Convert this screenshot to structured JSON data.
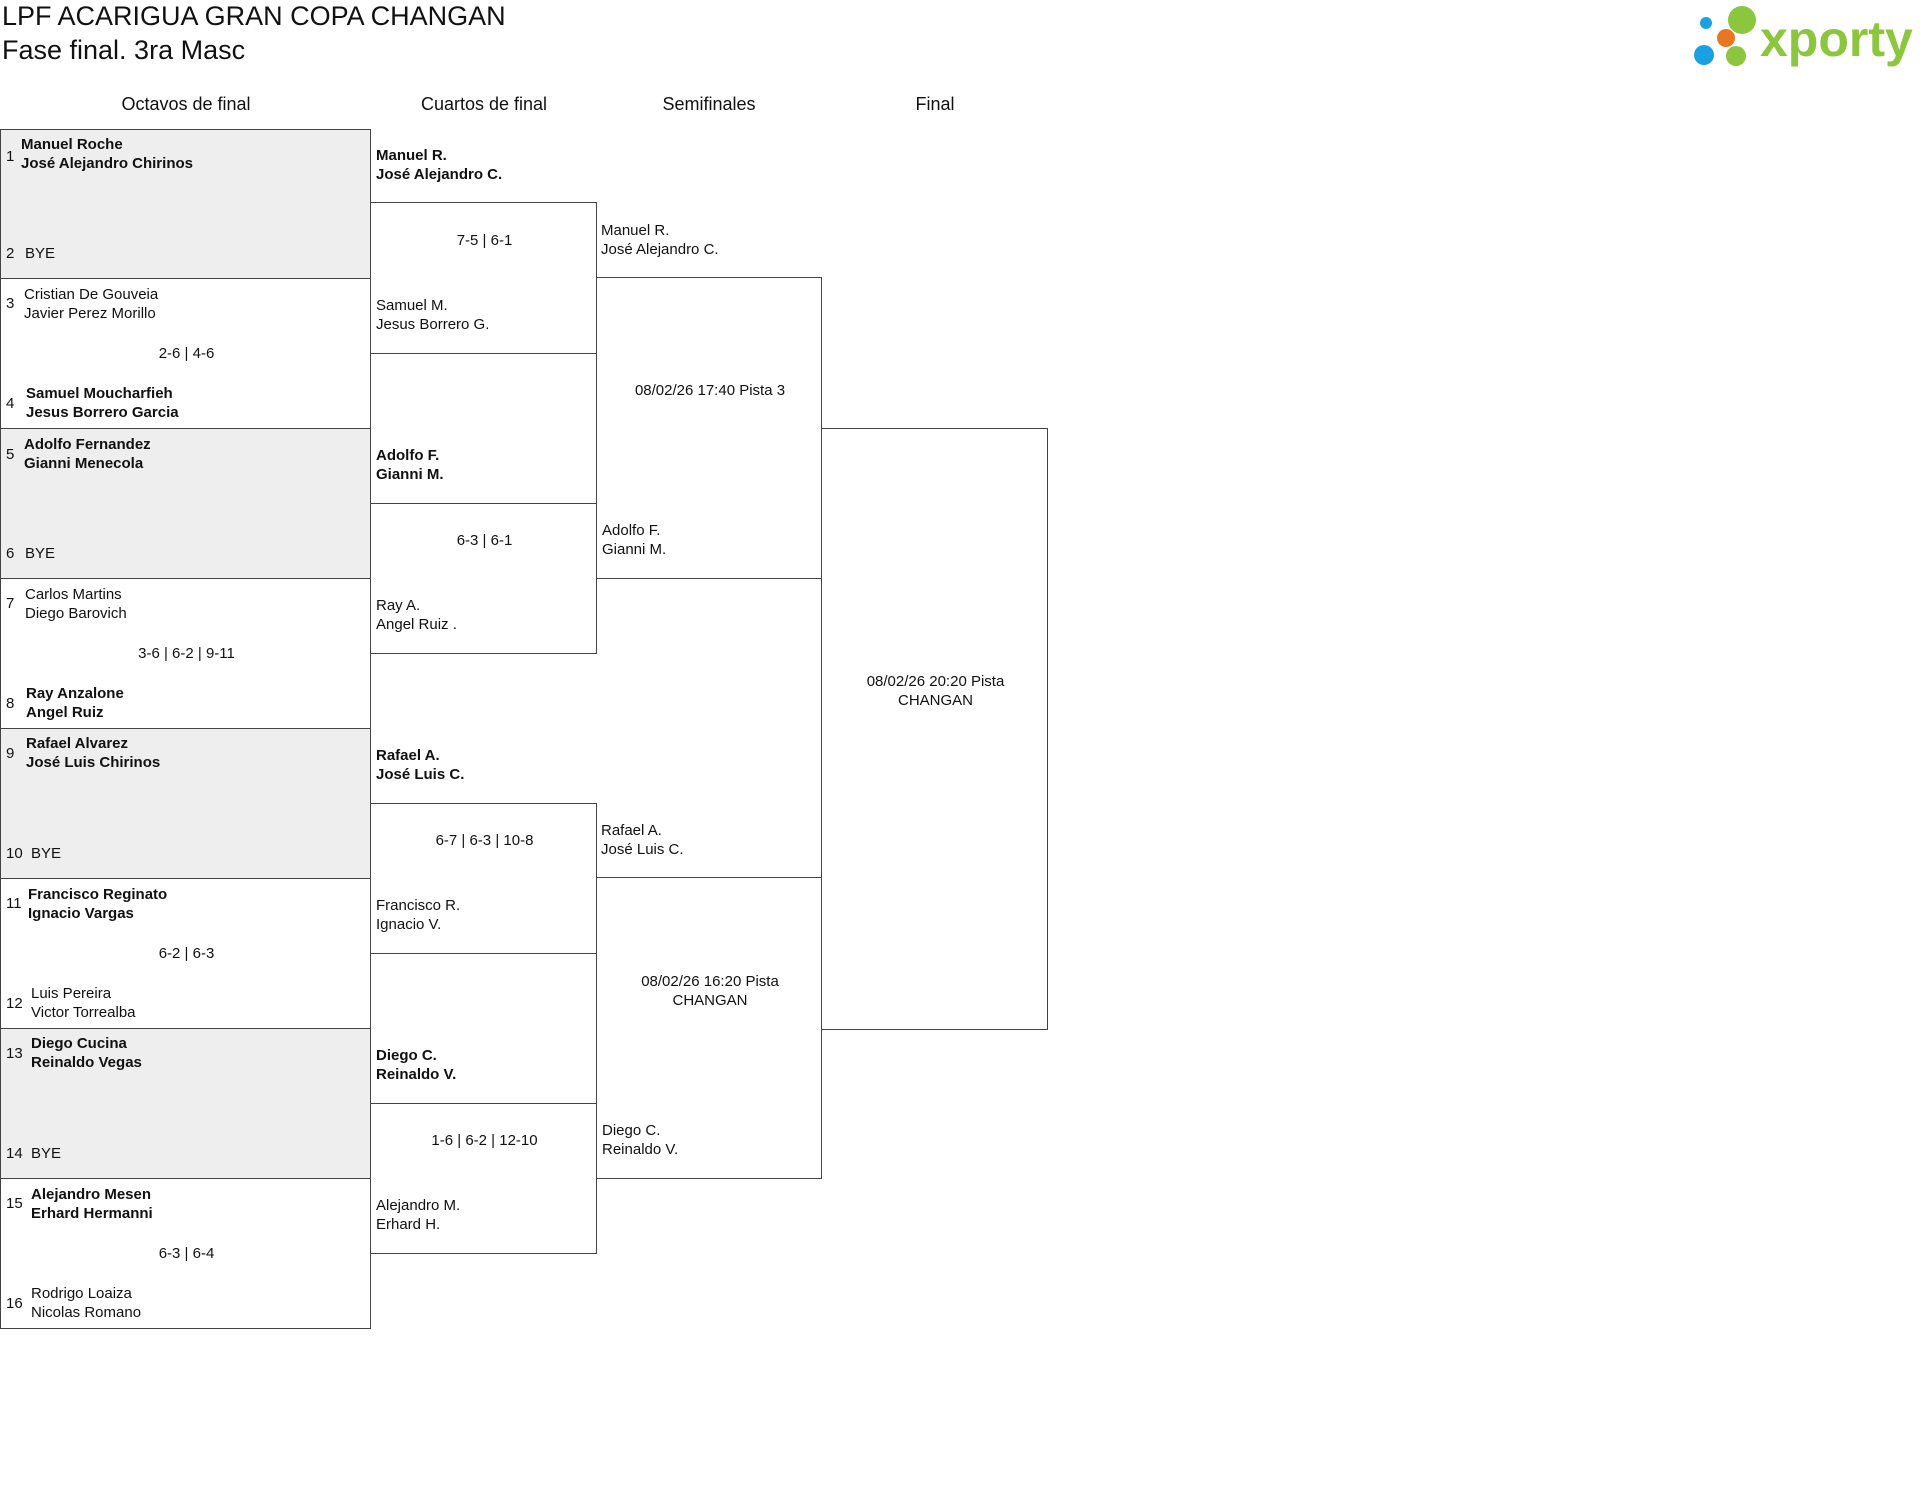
{
  "header": {
    "title": "LPF ACARIGUA GRAN COPA CHANGAN",
    "subtitle": "Fase final. 3ra Masc",
    "logo_text": "xporty",
    "logo_colors": [
      "#1ba1e2",
      "#e87722",
      "#8cc63f"
    ]
  },
  "rounds": [
    "Octavos de final",
    "Cuartos de final",
    "Semifinales",
    "Final"
  ],
  "octavos": [
    {
      "s1": "1",
      "a": "Manuel Roche",
      "b": "José Alejandro Chirinos",
      "s2": "2",
      "c": "BYE",
      "d": "",
      "score": ""
    },
    {
      "s1": "3",
      "a": "Cristian De Gouveia",
      "b": "Javier Perez Morillo",
      "s2": "4",
      "c": "Samuel Moucharfieh",
      "d": "Jesus Borrero Garcia",
      "score": "2-6 | 4-6"
    },
    {
      "s1": "5",
      "a": "Adolfo Fernandez",
      "b": "Gianni Menecola",
      "s2": "6",
      "c": "BYE",
      "d": "",
      "score": ""
    },
    {
      "s1": "7",
      "a": "Carlos Martins",
      "b": "Diego Barovich",
      "s2": "8",
      "c": "Ray Anzalone",
      "d": "Angel Ruiz",
      "score": "3-6 | 6-2 | 9-11"
    },
    {
      "s1": "9",
      "a": "Rafael Alvarez",
      "b": "José Luis Chirinos",
      "s2": "10",
      "c": "BYE",
      "d": "",
      "score": ""
    },
    {
      "s1": "11",
      "a": "Francisco Reginato",
      "b": "Ignacio Vargas",
      "s2": "12",
      "c": "Luis Pereira",
      "d": "Victor Torrealba",
      "score": "6-2 | 6-3"
    },
    {
      "s1": "13",
      "a": "Diego Cucina",
      "b": "Reinaldo Vegas",
      "s2": "14",
      "c": "BYE",
      "d": "",
      "score": ""
    },
    {
      "s1": "15",
      "a": "Alejandro Mesen",
      "b": "Erhard Hermanni",
      "s2": "16",
      "c": "Rodrigo Loaiza",
      "d": "Nicolas Romano",
      "score": "6-3 | 6-4"
    }
  ],
  "cuartos": [
    {
      "a": "Manuel R.",
      "b": "José Alejandro C.",
      "c": "Samuel M.",
      "d": "Jesus Borrero G.",
      "score": "7-5 | 6-1"
    },
    {
      "a": "Adolfo F.",
      "b": "Gianni M.",
      "c": "Ray A.",
      "d": "Angel Ruiz .",
      "score": "6-3 | 6-1"
    },
    {
      "a": "Rafael A.",
      "b": "José Luis C.",
      "c": "Francisco R.",
      "d": "Ignacio V.",
      "score": "6-7 | 6-3 | 10-8"
    },
    {
      "a": "Diego C.",
      "b": "Reinaldo V.",
      "c": "Alejandro M.",
      "d": "Erhard H.",
      "score": "1-6 | 6-2 | 12-10"
    }
  ],
  "semis": [
    {
      "a": "Manuel R.",
      "b": "José Alejandro C.",
      "c": "Adolfo F.",
      "d": "Gianni M.",
      "sched": "08/02/26 17:40 Pista 3"
    },
    {
      "a": "Rafael A.",
      "b": "José Luis C.",
      "c": "Diego C.",
      "d": "Reinaldo V.",
      "sched": "08/02/26 16:20 Pista CHANGAN"
    }
  ],
  "final": {
    "sched": "08/02/26 20:20 Pista CHANGAN"
  }
}
